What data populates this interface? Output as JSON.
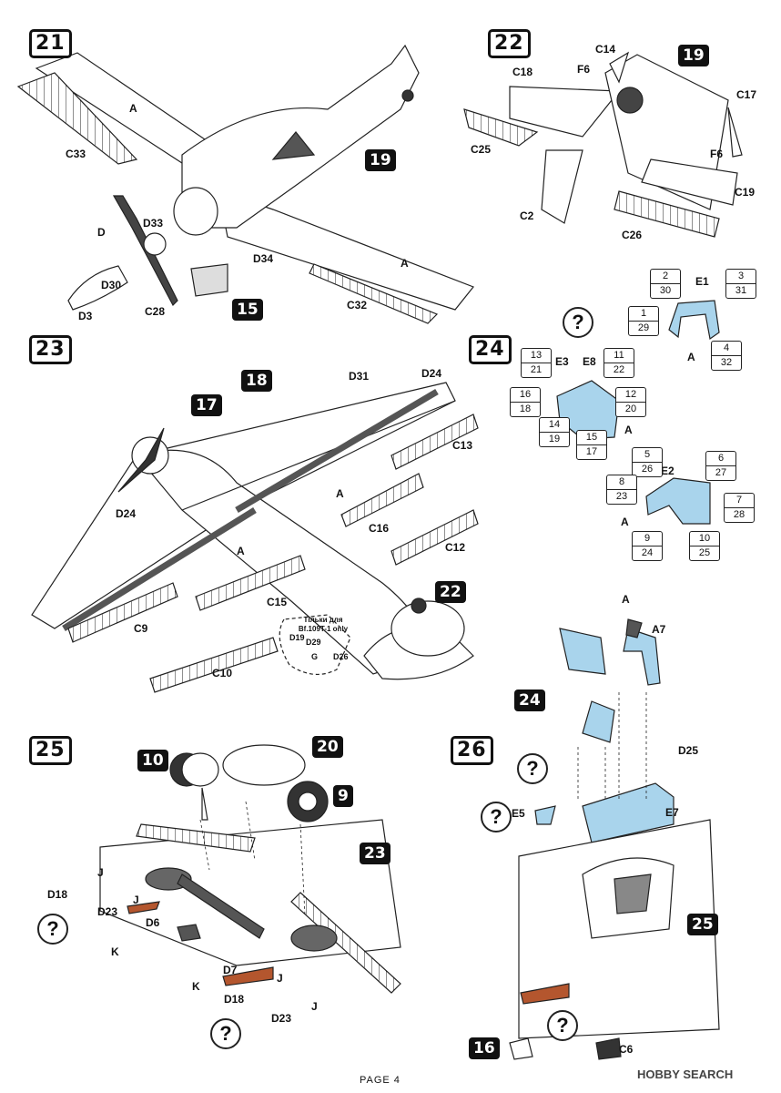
{
  "steps": {
    "s21": {
      "number": "21",
      "refs": [
        "19",
        "15"
      ],
      "labels": {
        "C33": "C33",
        "A1": "A",
        "D": "D",
        "D33": "D33",
        "D30": "D30",
        "D3": "D3",
        "C28": "C28",
        "D34": "D34",
        "A2": "A",
        "C32": "C32"
      }
    },
    "s22": {
      "number": "22",
      "refs": [
        "19"
      ],
      "labels": {
        "C14": "C14",
        "C18": "C18",
        "F6a": "F6",
        "C17": "C17",
        "C25": "C25",
        "F6b": "F6",
        "C2": "C2",
        "C19": "C19",
        "C26": "C26"
      }
    },
    "s23": {
      "number": "23",
      "refs": [
        "18",
        "17",
        "22"
      ],
      "labels": {
        "D31": "D31",
        "D24a": "D24",
        "C13": "C13",
        "A1": "A",
        "D24b": "D24",
        "A2": "A",
        "C16": "C16",
        "C12": "C12",
        "C15": "C15",
        "C9": "C9",
        "C10": "C10",
        "D19": "D19",
        "D29": "D29",
        "G": "G",
        "D26": "D26"
      },
      "note": "Тільки для Bf.109T-1 only"
    },
    "s24": {
      "number": "24",
      "q": "?",
      "labels": {
        "E1": "E1",
        "E3": "E3",
        "E8": "E8",
        "E2": "E2",
        "A1": "A",
        "A2": "A",
        "A3": "A"
      },
      "masks": [
        {
          "top": "2",
          "bot": "30"
        },
        {
          "top": "3",
          "bot": "31"
        },
        {
          "top": "1",
          "bot": "29"
        },
        {
          "top": "4",
          "bot": "32"
        },
        {
          "top": "13",
          "bot": "21"
        },
        {
          "top": "11",
          "bot": "22"
        },
        {
          "top": "16",
          "bot": "18"
        },
        {
          "top": "12",
          "bot": "20"
        },
        {
          "top": "14",
          "bot": "19"
        },
        {
          "top": "15",
          "bot": "17"
        },
        {
          "top": "5",
          "bot": "26"
        },
        {
          "top": "6",
          "bot": "27"
        },
        {
          "top": "8",
          "bot": "23"
        },
        {
          "top": "7",
          "bot": "28"
        },
        {
          "top": "9",
          "bot": "24"
        },
        {
          "top": "10",
          "bot": "25"
        }
      ]
    },
    "s25": {
      "number": "25",
      "refs": [
        "10",
        "20",
        "9",
        "23"
      ],
      "q1": "?",
      "q2": "?",
      "labels": {
        "J1": "J",
        "D18a": "D18",
        "J2": "J",
        "D23a": "D23",
        "D6": "D6",
        "K1": "K",
        "D7": "D7",
        "K2": "K",
        "J3": "J",
        "D18b": "D18",
        "D23b": "D23",
        "J4": "J"
      }
    },
    "s26": {
      "number": "26",
      "refs": [
        "24",
        "25",
        "16"
      ],
      "q1": "?",
      "q2": "?",
      "q3": "?",
      "labels": {
        "A": "A",
        "A7": "A7",
        "D25": "D25",
        "E5": "E5",
        "E7": "E7",
        "C6": "C6"
      }
    }
  },
  "footer": {
    "page": "PAGE 4",
    "brand": "HOBBY SEARCH"
  },
  "colors": {
    "glass": "#a9d4ec",
    "wood": "#b4562e",
    "ink": "#111111",
    "shade": "#6a6a6a"
  }
}
